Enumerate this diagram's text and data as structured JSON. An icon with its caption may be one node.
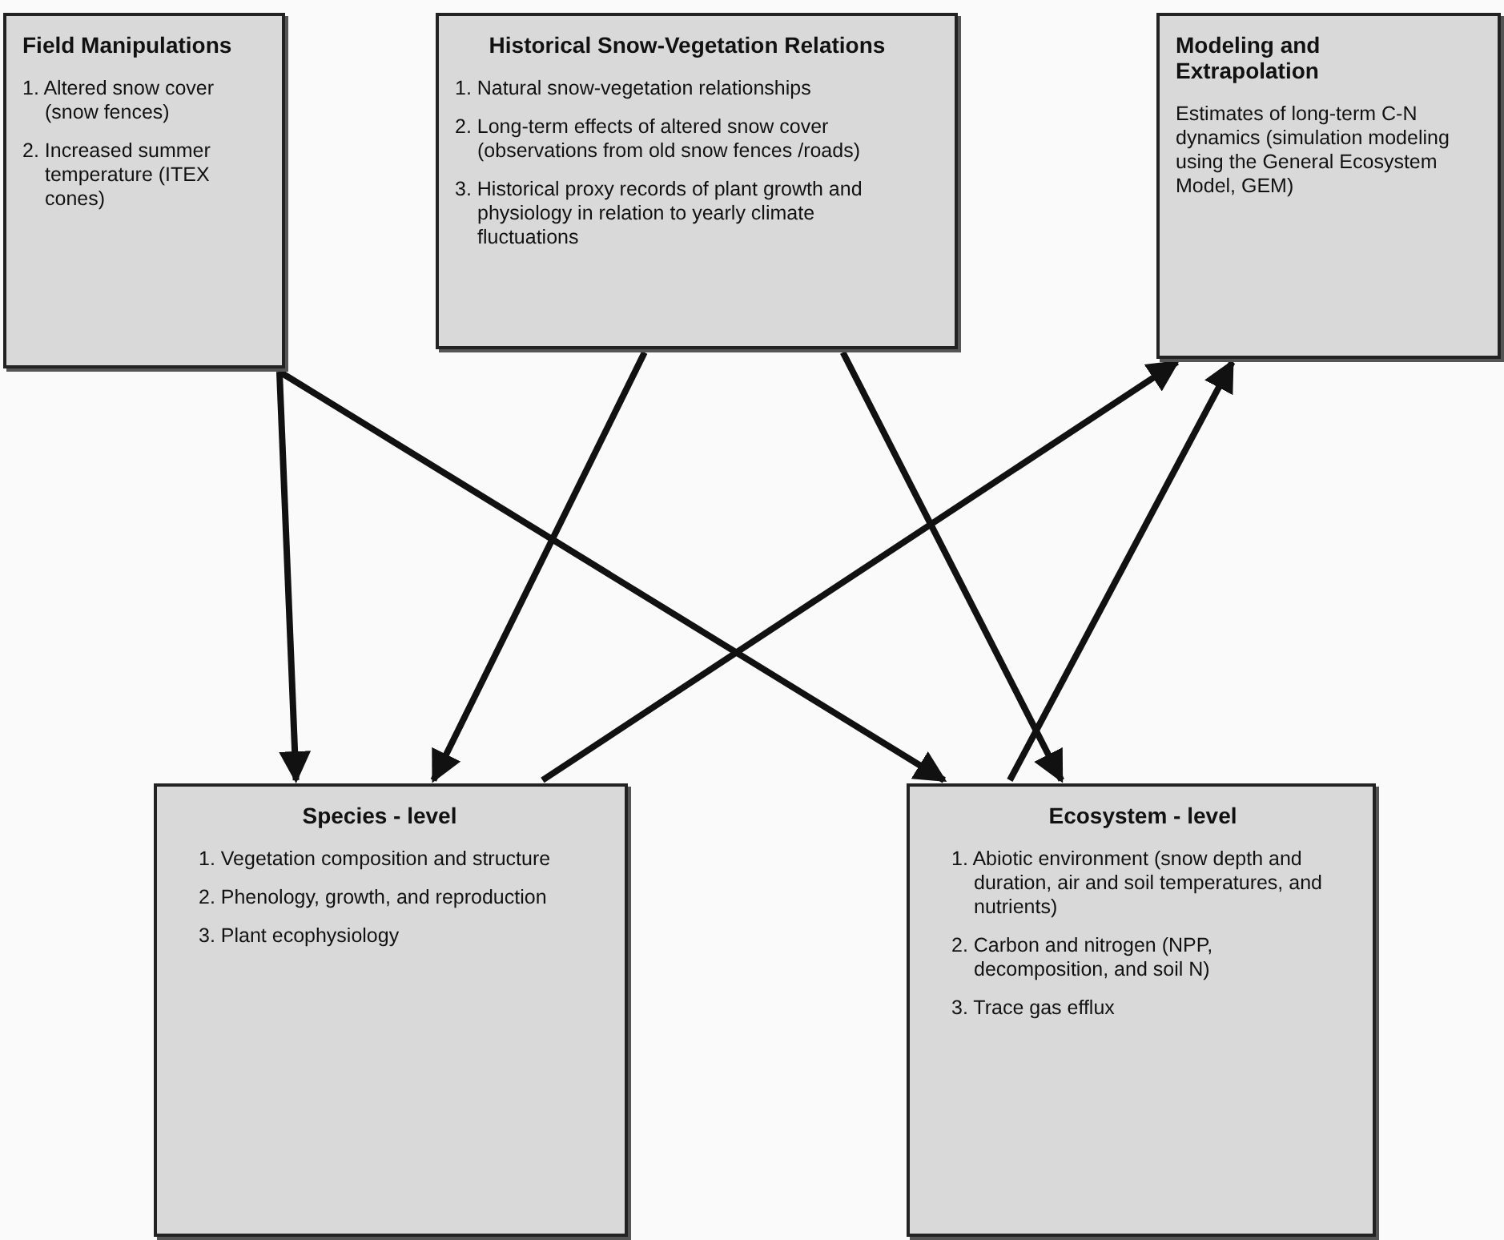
{
  "diagram": {
    "nodes": [
      {
        "text": [
          "Field Manipulations",
          "1. Altered snow cover (snow fences)",
          "2. Increased summer temperature (ITEX cones)"
        ]
      },
      {
        "text": [
          "Historical Snow-Vegetation Relations",
          "1. Natural snow-vegetation relationships",
          "2. Long-term effects of altered snow cover (observations from old snow fences /roads)",
          "3. Historical proxy records of plant growth and physiology in relation to yearly climate fluctuations"
        ]
      },
      {
        "text": [
          "Modeling and Extrapolation",
          "Estimates of long-term C-N dynamics (simulation modeling using the General Ecosystem Model, GEM)"
        ]
      },
      {
        "text": [
          "Species - level",
          "1. Vegetation composition and structure",
          "2. Phenology, growth, and reproduction",
          "3. Plant ecophysiology"
        ]
      },
      {
        "text": [
          "Ecosystem - level",
          "1. Abiotic environment (snow depth and duration, air and soil temperatures, and nutrients)",
          "2. Carbon and nitrogen (NPP, decomposition, and soil N)",
          "3. Trace gas efflux"
        ]
      }
    ],
    "edges": [
      {
        "from": 0,
        "to": 3,
        "arrow": "to"
      },
      {
        "from": 0,
        "to": 4,
        "arrow": "to"
      },
      {
        "from": 1,
        "to": 3,
        "arrow": "to"
      },
      {
        "from": 1,
        "to": 4,
        "arrow": "to"
      },
      {
        "from": 3,
        "to": 2,
        "arrow": "to"
      },
      {
        "from": 4,
        "to": 2,
        "arrow": "to"
      }
    ]
  }
}
